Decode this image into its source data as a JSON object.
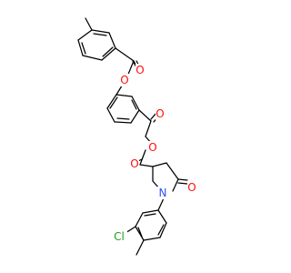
{
  "atoms": {
    "o_ester1": {
      "symbol": "O",
      "color": "#ff0d0d"
    },
    "o_carbonyl1": {
      "symbol": "O",
      "color": "#ff0d0d"
    },
    "o_ketone": {
      "symbol": "O",
      "color": "#ff0d0d"
    },
    "o_ester2": {
      "symbol": "O",
      "color": "#ff0d0d"
    },
    "o_carbonyl2": {
      "symbol": "O",
      "color": "#ff0d0d"
    },
    "o_lactam": {
      "symbol": "O",
      "color": "#ff0d0d"
    },
    "n_ring": {
      "symbol": "N",
      "color": "#3050f8"
    },
    "cl": {
      "symbol": "Cl",
      "color": "#1fa01f"
    }
  }
}
